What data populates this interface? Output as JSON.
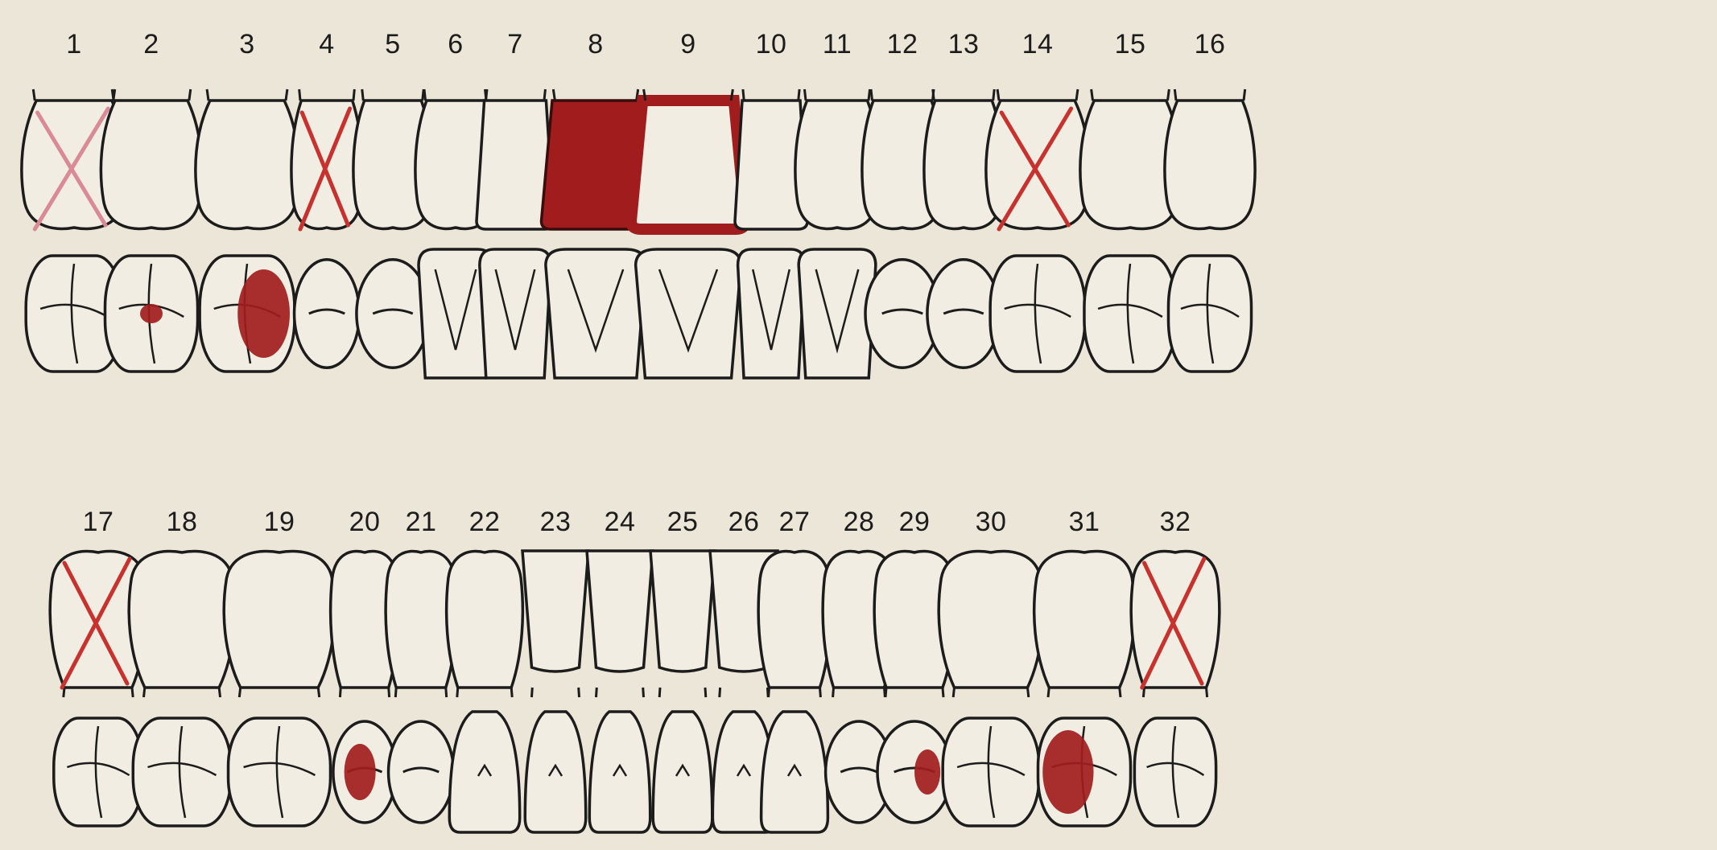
{
  "colors": {
    "paper": "#ebe6d7",
    "ink": "#1c1c1c",
    "restoration_red": "#a11d1d",
    "missing_mark": "#c8322e",
    "faint_pink": "#d98a95"
  },
  "upper_arch": {
    "teeth": [
      {
        "number": "1",
        "kind": "molar",
        "missing": true,
        "mark_color": "pink"
      },
      {
        "number": "2",
        "kind": "molar",
        "occlusal_fill": "center"
      },
      {
        "number": "3",
        "kind": "molar",
        "occlusal_fill": "large-right"
      },
      {
        "number": "4",
        "kind": "premolar",
        "missing": true
      },
      {
        "number": "5",
        "kind": "premolar"
      },
      {
        "number": "6",
        "kind": "canine"
      },
      {
        "number": "7",
        "kind": "incisor"
      },
      {
        "number": "8",
        "kind": "incisor",
        "crown_filled": true
      },
      {
        "number": "9",
        "kind": "incisor",
        "crown_outlined": true
      },
      {
        "number": "10",
        "kind": "incisor"
      },
      {
        "number": "11",
        "kind": "canine"
      },
      {
        "number": "12",
        "kind": "premolar"
      },
      {
        "number": "13",
        "kind": "premolar"
      },
      {
        "number": "14",
        "kind": "molar",
        "missing": true
      },
      {
        "number": "15",
        "kind": "molar"
      },
      {
        "number": "16",
        "kind": "molar"
      }
    ]
  },
  "lower_arch": {
    "teeth": [
      {
        "number": "17",
        "kind": "molar",
        "missing": true
      },
      {
        "number": "18",
        "kind": "molar"
      },
      {
        "number": "19",
        "kind": "molar"
      },
      {
        "number": "20",
        "kind": "premolar",
        "occlusal_fill": "left"
      },
      {
        "number": "21",
        "kind": "premolar"
      },
      {
        "number": "22",
        "kind": "canine"
      },
      {
        "number": "23",
        "kind": "incisor"
      },
      {
        "number": "24",
        "kind": "incisor"
      },
      {
        "number": "25",
        "kind": "incisor"
      },
      {
        "number": "26",
        "kind": "incisor"
      },
      {
        "number": "27",
        "kind": "canine"
      },
      {
        "number": "28",
        "kind": "premolar"
      },
      {
        "number": "29",
        "kind": "premolar",
        "occlusal_fill": "right"
      },
      {
        "number": "30",
        "kind": "molar"
      },
      {
        "number": "31",
        "kind": "molar",
        "occlusal_fill": "left-half"
      },
      {
        "number": "32",
        "kind": "molar",
        "missing": true
      }
    ]
  }
}
